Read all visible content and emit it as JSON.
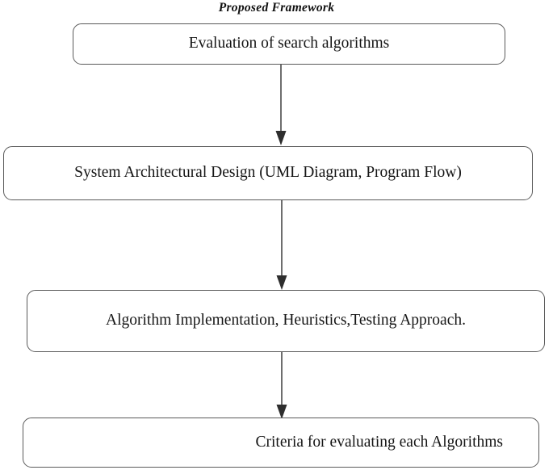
{
  "diagram": {
    "title": "Proposed Framework",
    "type": "flowchart",
    "orientation": "top-to-bottom",
    "background_color": "#ffffff",
    "line_color": "#5a5a5a",
    "text_color": "#151515",
    "nodes": [
      {
        "id": "node-1",
        "label": "Evaluation of search algorithms",
        "shape": "rounded-rectangle",
        "align": "center"
      },
      {
        "id": "node-2",
        "label": "System Architectural Design (UML Diagram, Program Flow)",
        "shape": "rounded-rectangle",
        "align": "center"
      },
      {
        "id": "node-3",
        "label": "Algorithm Implementation, Heuristics,Testing Approach.",
        "shape": "rounded-rectangle",
        "align": "center"
      },
      {
        "id": "node-4",
        "label": "Criteria for evaluating each Algorithms",
        "shape": "rounded-rectangle",
        "align": "right"
      }
    ],
    "connectors": [
      {
        "id": "arrow-1",
        "from": "node-1",
        "to": "node-2",
        "style": "solid-arrow-down"
      },
      {
        "id": "arrow-2",
        "from": "node-2",
        "to": "node-3",
        "style": "solid-arrow-down"
      },
      {
        "id": "arrow-3",
        "from": "node-3",
        "to": "node-4",
        "style": "solid-arrow-down"
      }
    ]
  }
}
